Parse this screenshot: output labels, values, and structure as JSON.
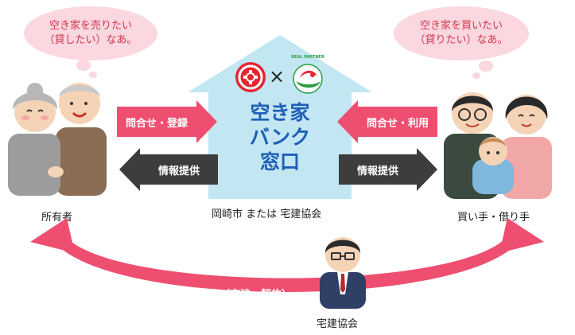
{
  "bubble_left": {
    "line1": "空き家を売りたい",
    "line2": "（貸したい）なあ。"
  },
  "bubble_right": {
    "line1": "空き家を買いたい",
    "line2": "（貸りたい）なあ。"
  },
  "center": {
    "title_line1": "空き家",
    "title_line2": "バンク",
    "title_line3": "窓口",
    "times_symbol": "×",
    "realtor_logo_text": "REAL PARTNER",
    "caption": "岡崎市 または 宅建協会"
  },
  "arrows": {
    "left_inquiry": "問合せ・登録",
    "left_info": "情報提供",
    "right_inquiry": "問合せ・利用",
    "right_info": "情報提供",
    "mediation": "仲介（交渉・契約）"
  },
  "labels": {
    "owner": "所有者",
    "buyer": "買い手・借り手",
    "agent": "宅建協会"
  },
  "colors": {
    "house_fill": "#c2e7f3",
    "pink": "#ee4f70",
    "dark_gray": "#3d3d3d",
    "title_blue": "#1f5eb8",
    "bubble_pink": "#fbd7df",
    "bubble_text": "#d0344e"
  }
}
